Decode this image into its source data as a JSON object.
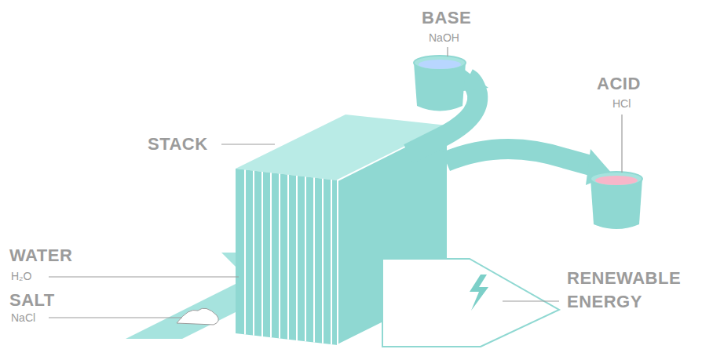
{
  "diagram": {
    "labels": [
      "BASE",
      "NaOH",
      "ACID",
      "HCl",
      "STACK",
      "WATER",
      "H₂O",
      "SALT",
      "NaCl",
      "RENEWABLE ENERGY"
    ]
  }
}
